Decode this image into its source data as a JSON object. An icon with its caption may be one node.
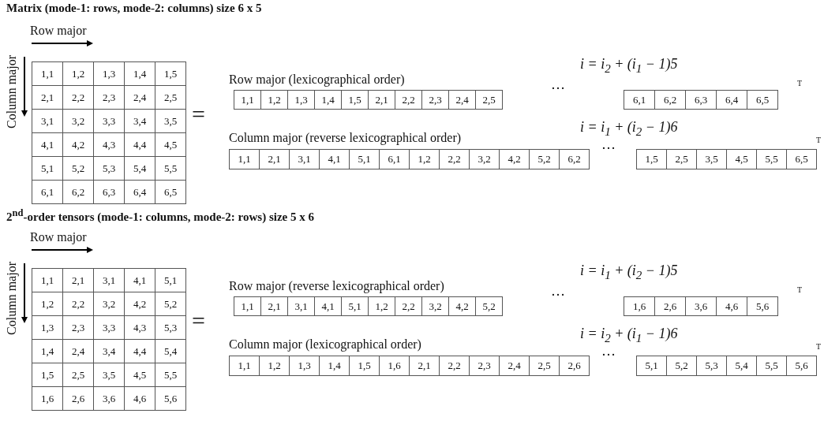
{
  "diagram": {
    "labels": [
      "**Matrix (mode-1: rows, mode-2: columns) size 6 x 5**",
      "Row major",
      "Column major",
      "1,1",
      "1,2",
      "1,3",
      "1,4",
      "1,5",
      "2,1",
      "2,2",
      "2,3",
      "2,4",
      "2,5",
      "3,1",
      "3,2",
      "3,3",
      "3,4",
      "3,5",
      "4,1",
      "4,2",
      "4,3",
      "4,4",
      "4,5",
      "5,1",
      "5,2",
      "5,3",
      "5,4",
      "5,5",
      "6,1",
      "6,2",
      "6,3",
      "6,4",
      "6,5",
      "=",
      "Row major (lexicographical order)",
      "i = i$_{2}$ + (i$_{1}$ − 1)5",
      "1,1",
      "1,2",
      "1,3",
      "1,4",
      "1,5",
      "2,1",
      "2,2",
      "2,3",
      "2,4",
      "2,5",
      "…",
      "6,1",
      "6,2",
      "6,3",
      "6,4",
      "6,5",
      "T",
      "Column major (reverse lexicographical order)",
      "i = i$_{1}$ + (i$_{2}$ − 1)6",
      "1,1",
      "2,1",
      "3,1",
      "4,1",
      "5,1",
      "6,1",
      "1,2",
      "2,2",
      "3,2",
      "4,2",
      "5,2",
      "6,2",
      "…",
      "1,5",
      "2,5",
      "3,5",
      "4,5",
      "5,5",
      "6,5",
      "T",
      "**2$^{nd}$-order tensors  (mode-1: columns, mode-2: rows) size 5 x 6**",
      "Row major",
      "Column major",
      "1,1",
      "2,1",
      "3,1",
      "4,1",
      "5,1",
      "1,2",
      "2,2",
      "3,2",
      "4,2",
      "5,2",
      "1,3",
      "2,3",
      "3,3",
      "4,3",
      "5,3",
      "1,4",
      "2,4",
      "3,4",
      "4,4",
      "5,4",
      "1,5",
      "2,5",
      "3,5",
      "4,5",
      "5,5",
      "1,6",
      "2,6",
      "3,6",
      "4,6",
      "5,6",
      "=",
      "Row major (reverse lexicographical order)",
      "i = i$_{1}$ + (i$_{2}$ − 1)5",
      "1,1",
      "2,1",
      "3,1",
      "4,1",
      "5,1",
      "1,2",
      "2,2",
      "3,2",
      "4,2",
      "5,2",
      "…",
      "1,6",
      "2,6",
      "3,6",
      "4,6",
      "5,6",
      "T",
      "Column major (lexicographical order)",
      "i = i$_{2}$ + (i$_{1}$ − 1)6",
      "1,1",
      "1,2",
      "1,3",
      "1,4",
      "1,5",
      "1,6",
      "2,1",
      "2,2",
      "2,3",
      "2,4",
      "2,5",
      "2,6",
      "…",
      "5,1",
      "5,2",
      "5,3",
      "5,4",
      "5,5",
      "5,6",
      "T"
    ]
  }
}
